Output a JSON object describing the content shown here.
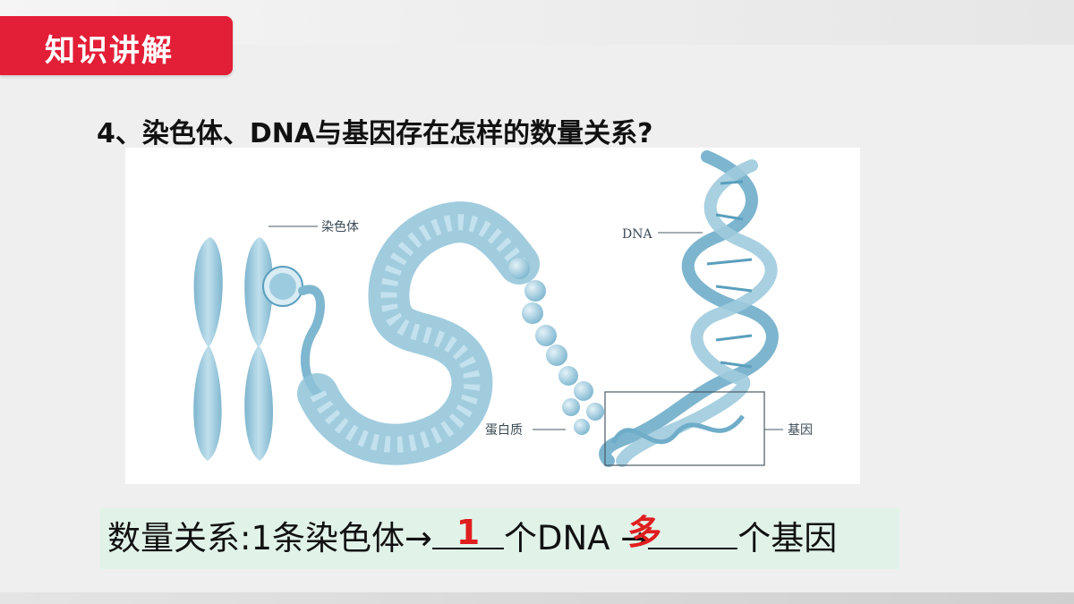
{
  "section_tag": {
    "label": "知识讲解"
  },
  "question": {
    "text": "4、染色体、DNA与基因存在怎样的数量关系?"
  },
  "figure": {
    "labels": {
      "chromosome": "染色体",
      "dna": "DNA",
      "protein": "蛋白质",
      "gene": "基因"
    },
    "colors": {
      "structure": "#8fc3d8",
      "structure_dark": "#5a9fbd",
      "line": "#4a5a66"
    }
  },
  "relation": {
    "prefix": "数量关系:1条染色体→",
    "answer_1": "1",
    "middle": "个DNA →",
    "answer_2": "多",
    "suffix": "个基因"
  },
  "colors": {
    "tag_red": "#e31e37",
    "answer_red": "#e01e1e",
    "relation_bg": "#e1f3e9"
  }
}
